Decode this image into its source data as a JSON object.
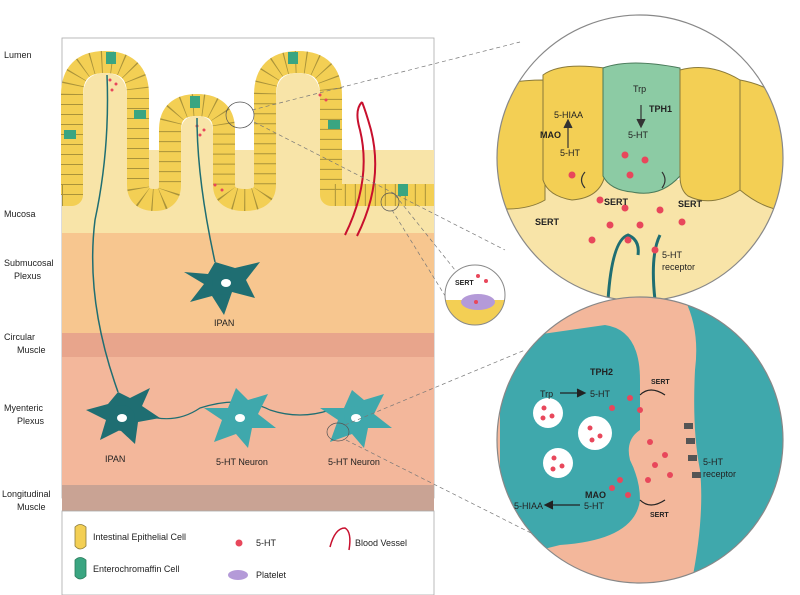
{
  "layers": {
    "lumen": "Lumen",
    "mucosa": "Mucosa",
    "submucosal_1": "Submucosal",
    "submucosal_2": "Plexus",
    "circular_1": "Circular",
    "circular_2": "Muscle",
    "myenteric_1": "Myenteric",
    "myenteric_2": "Plexus",
    "longitudinal_1": "Longitudinal",
    "longitudinal_2": "Muscle"
  },
  "neurons": {
    "ipan_top": "IPAN",
    "ipan_bottom": "IPAN",
    "ht_neuron_1": "5-HT Neuron",
    "ht_neuron_2": "5-HT Neuron"
  },
  "top_inset": {
    "hiaa": "5-HIAA",
    "mao": "MAO",
    "ht_left": "5-HT",
    "trp": "Trp",
    "tph1": "TPH1",
    "ht_right": "5-HT",
    "sert_1": "SERT",
    "sert_2": "SERT",
    "sert_3": "SERT",
    "receptor_1": "5-HT",
    "receptor_2": "receptor"
  },
  "platelet_inset": {
    "sert": "SERT"
  },
  "bottom_inset": {
    "tph2": "TPH2",
    "trp": "Trp",
    "ht_1": "5-HT",
    "sert_top": "SERT",
    "mao": "MAO",
    "hiaa": "5-HIAA",
    "ht_2": "5-HT",
    "sert_bottom": "SERT",
    "receptor_1": "5-HT",
    "receptor_2": "receptor"
  },
  "legend": {
    "epithelial": "Intestinal Epithelial Cell",
    "enterochromaffin": "Enterochromaffin Cell",
    "serotonin": "5-HT",
    "platelet": "Platelet",
    "blood_vessel": "Blood Vessel"
  },
  "colors": {
    "mucosa": "#f8e4a8",
    "submucosa": "#f7c68f",
    "circular": "#e8a58c",
    "myenteric": "#f3b79b",
    "longitudinal": "#c9a394",
    "epithelial": "#f3cf54",
    "enterochromaffin": "#3aa581",
    "neuron_dark": "#1f6e72",
    "neuron_light": "#3fa8ac",
    "serotonin": "#e8475b",
    "platelet": "#b49ad8",
    "vessel": "#c8102e"
  }
}
